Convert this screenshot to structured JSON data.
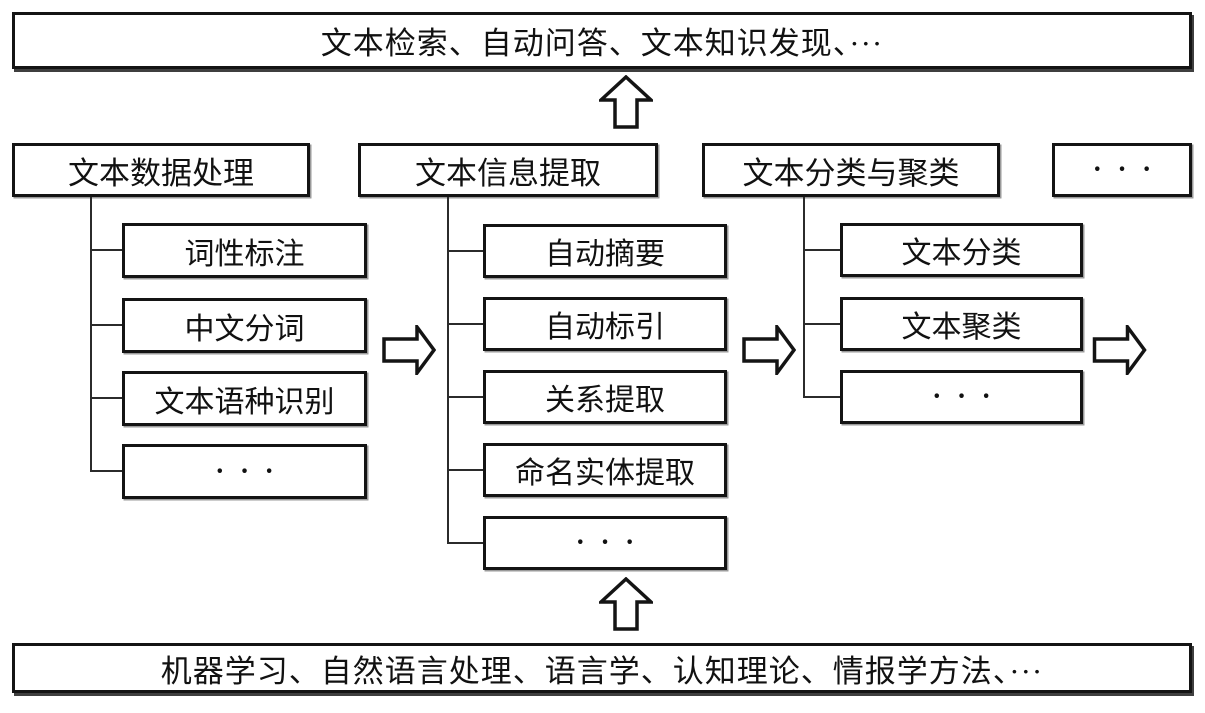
{
  "colors": {
    "border": "#141414",
    "line": "#2b2b2b",
    "background": "#ffffff"
  },
  "top_bar": {
    "label": "文本检索、自动问答、文本知识发现、···"
  },
  "bottom_bar": {
    "label": "机器学习、自然语言处理、语言学、认知理论、情报学方法、···"
  },
  "columns": [
    {
      "header": "文本数据处理",
      "items": [
        "词性标注",
        "中文分词",
        "文本语种识别",
        "···"
      ]
    },
    {
      "header": "文本信息提取",
      "items": [
        "自动摘要",
        "自动标引",
        "关系提取",
        "命名实体提取",
        "···"
      ]
    },
    {
      "header": "文本分类与聚类",
      "items": [
        "文本分类",
        "文本聚类",
        "···"
      ]
    },
    {
      "header": "···",
      "items": []
    }
  ]
}
